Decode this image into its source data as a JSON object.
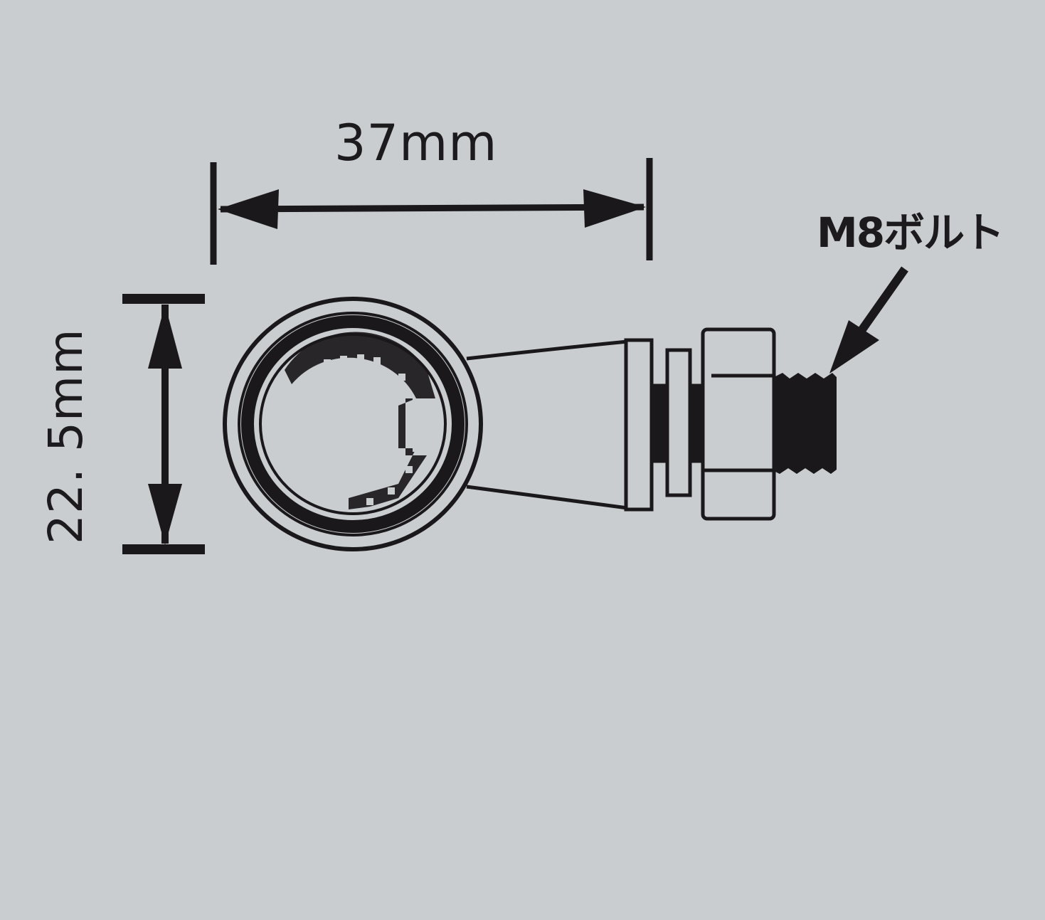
{
  "diagram": {
    "title": "Part dimension drawing",
    "background_color": "#c9cdd0",
    "line_color": "#1a181a",
    "dimensions": {
      "width": {
        "label": "37mm",
        "value": 37,
        "unit": "mm"
      },
      "height": {
        "label": "22. 5mm",
        "value": 22.5,
        "unit": "mm"
      }
    },
    "callouts": {
      "bolt": {
        "label": "M8ボルト",
        "meaning": "M8 bolt"
      }
    },
    "components": [
      "lens-ring",
      "tapered-body",
      "collar",
      "washer",
      "hex-nut",
      "threaded-bolt"
    ]
  }
}
